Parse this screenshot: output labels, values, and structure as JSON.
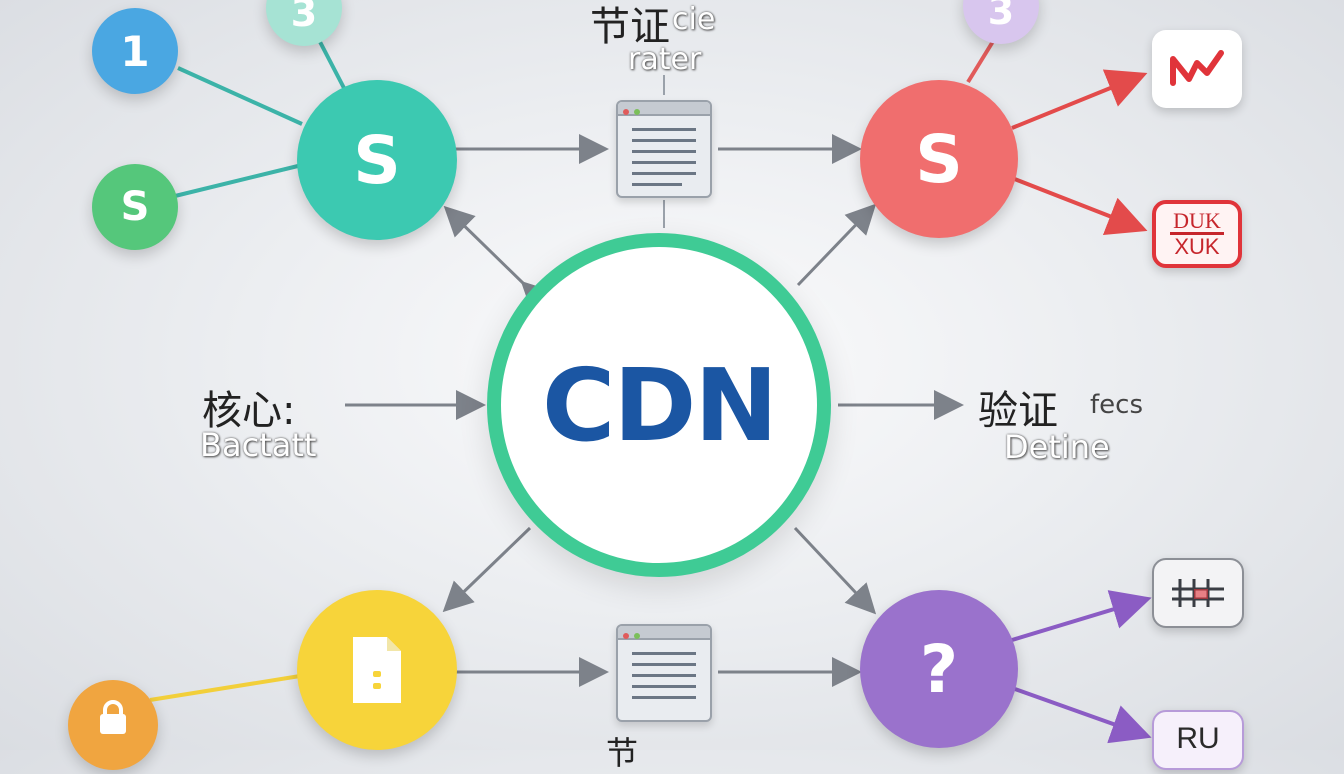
{
  "colors": {
    "teal": "#3cc9b1",
    "coral": "#f06e6e",
    "purple": "#9a72cc",
    "yellow": "#f7d43a",
    "blue": "#4aa7e2",
    "green": "#55c77b",
    "mint": "#a6e3d4",
    "lavender": "#d8c6ee",
    "orange": "#f0a540",
    "cdn_text": "#1b56a3",
    "cdn_ring": "#3fcb95",
    "arrow_gray": "#7d828a",
    "arrow_red": "#e34b4b",
    "arrow_purple": "#8b5cc4"
  },
  "center": {
    "label": "CDN"
  },
  "nodes": {
    "top_left_main": "S",
    "top_right_main": "S",
    "small_one": "1",
    "small_three_left": "3",
    "small_s": "S",
    "small_three_right": "3",
    "bottom_right_main": "?"
  },
  "labels": {
    "top_cn": "节证",
    "top_en_a": "cie",
    "top_en_b": "rater",
    "left_cn": "核心:",
    "left_en": "Bactatt",
    "right_cn": "验证",
    "right_en_a": "fecs",
    "right_en_b": "Detine",
    "bottom_cn": "节"
  },
  "tags": {
    "box1_line1": "DUK",
    "box1_line2": "XUK",
    "box3": "RU"
  },
  "icons": [
    "document-icon",
    "chart-icon",
    "lock-icon",
    "file-icon",
    "grid-icon"
  ]
}
